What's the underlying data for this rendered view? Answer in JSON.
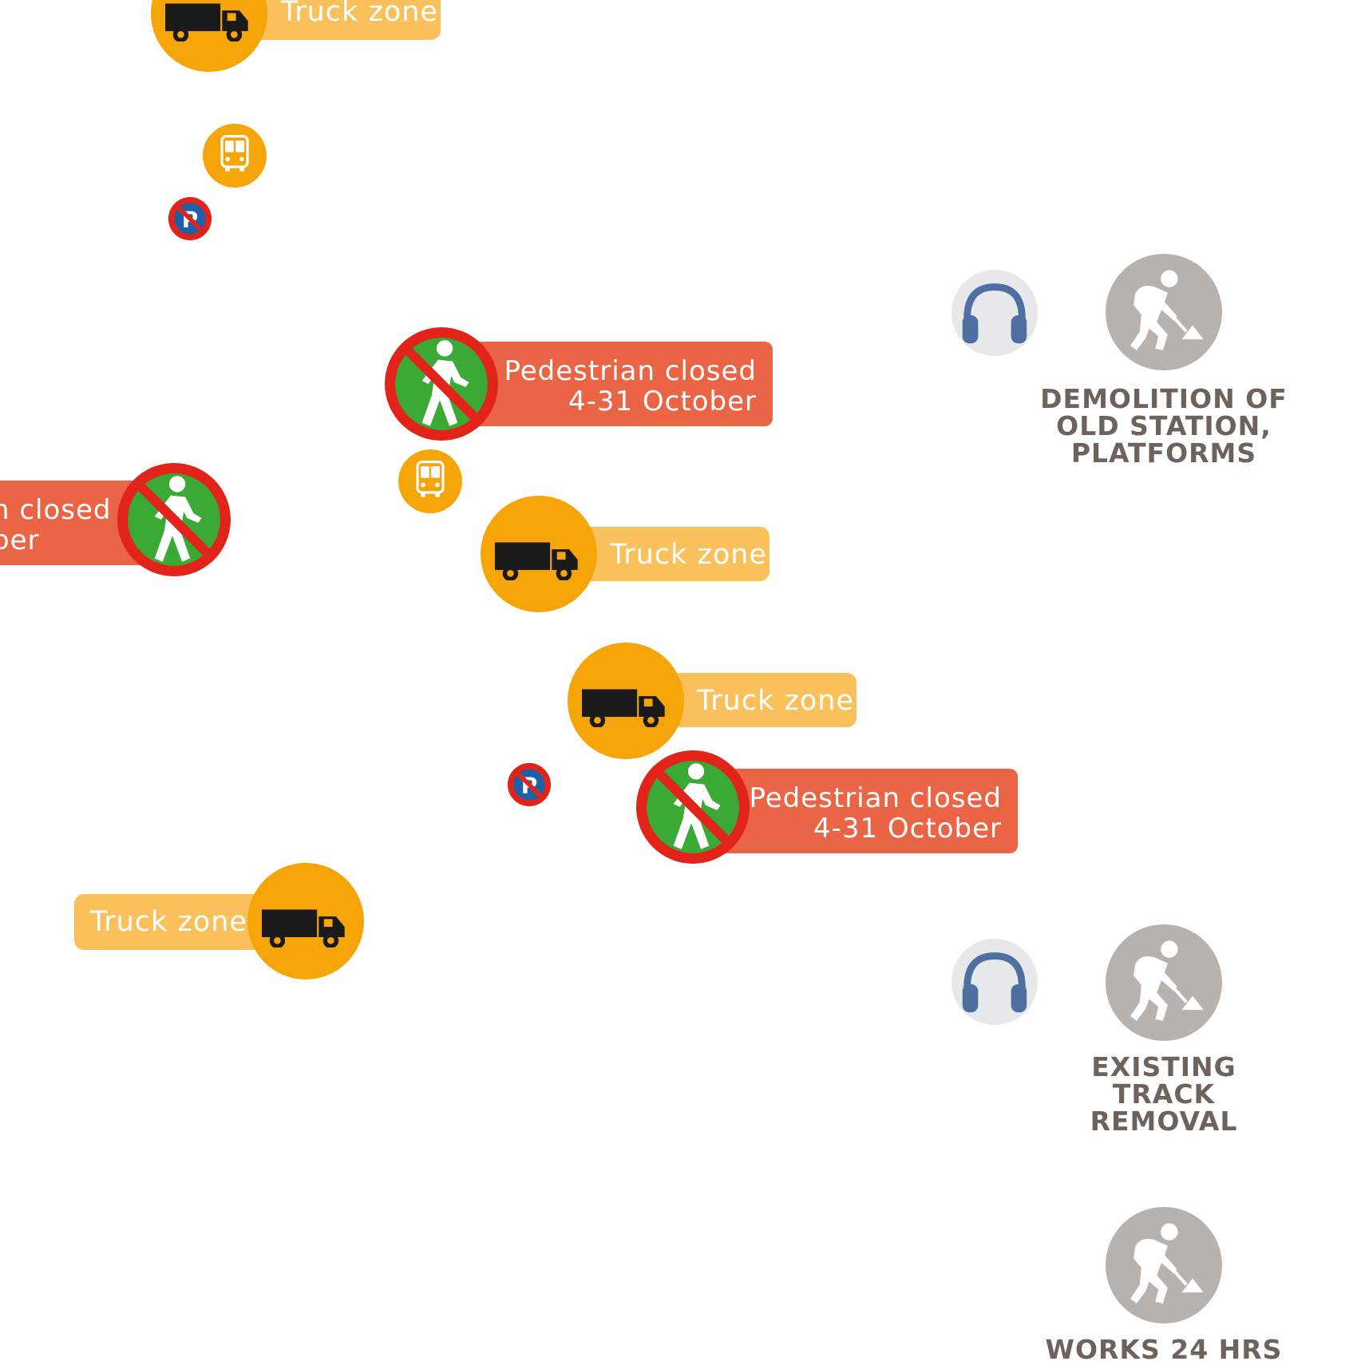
{
  "labels": {
    "truck_zone": "Truck zone",
    "ped_line1": "Pedestrian closed",
    "ped_line2": "4-31 October",
    "ped_partial_line1": "n closed",
    "ped_partial_line2": "ber"
  },
  "works": [
    {
      "lines": [
        "DEMOLITION OF",
        "OLD STATION,",
        "PLATFORMS"
      ]
    },
    {
      "lines": [
        "EXISTING TRACK",
        "REMOVAL"
      ]
    },
    {
      "lines": [
        "WORKS 24 HRS"
      ]
    }
  ],
  "colors": {
    "truck_orange": "#f5a508",
    "truck_pill": "#f9c05c",
    "pedestrian_pill": "#ea6546",
    "no_entry_red": "#e2231a",
    "pedestrian_green": "#3aaa35",
    "parking_blue": "#1f5fa8",
    "headphones_blue": "#4f6fa0",
    "worker_grey": "#b8b2af",
    "work_label_text": "#6e625c"
  },
  "icons": [
    "truck-icon",
    "bus-icon",
    "no-parking-icon",
    "no-pedestrian-icon",
    "headphones-icon",
    "worker-icon"
  ]
}
